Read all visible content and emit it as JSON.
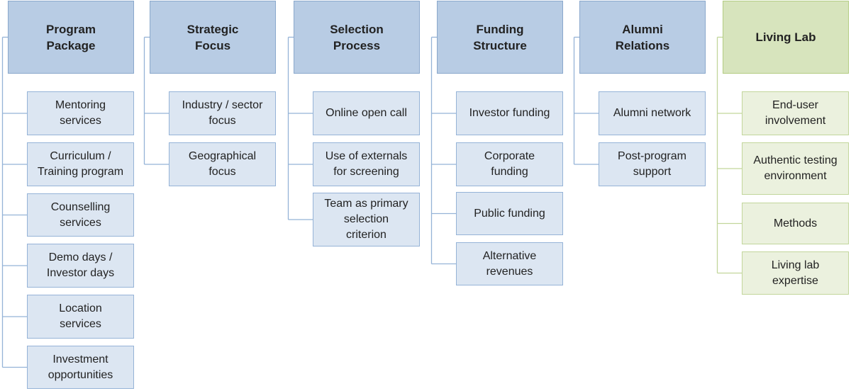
{
  "diagram": {
    "columns": [
      {
        "id": "program-package",
        "title": "Program\nPackage",
        "items": [
          "Mentoring\nservices",
          "Curriculum /\nTraining program",
          "Counselling\nservices",
          "Demo days /\nInvestor days",
          "Location\nservices",
          "Investment\nopportunities"
        ]
      },
      {
        "id": "strategic-focus",
        "title": "Strategic\nFocus",
        "items": [
          "Industry / sector\nfocus",
          "Geographical\nfocus"
        ]
      },
      {
        "id": "selection-process",
        "title": "Selection\nProcess",
        "items": [
          "Online open call",
          "Use of externals\nfor screening",
          "Team as primary\nselection\ncriterion"
        ]
      },
      {
        "id": "funding-structure",
        "title": "Funding\nStructure",
        "items": [
          "Investor funding",
          "Corporate\nfunding",
          "Public funding",
          "Alternative\nrevenues"
        ]
      },
      {
        "id": "alumni-relations",
        "title": "Alumni\nRelations",
        "items": [
          "Alumni network",
          "Post-program\nsupport"
        ]
      },
      {
        "id": "living-lab",
        "title": "Living Lab",
        "items": [
          "End-user\ninvolvement",
          "Authentic testing\nenvironment",
          "Methods",
          "Living lab\nexpertise"
        ]
      }
    ],
    "colors": {
      "blue_head_fill": "#b8cce4",
      "blue_child_fill": "#dce6f2",
      "blue_line": "#95b3d7",
      "green_head_fill": "#d7e4bd",
      "green_child_fill": "#ebf1de",
      "green_line": "#c2d69b"
    }
  }
}
